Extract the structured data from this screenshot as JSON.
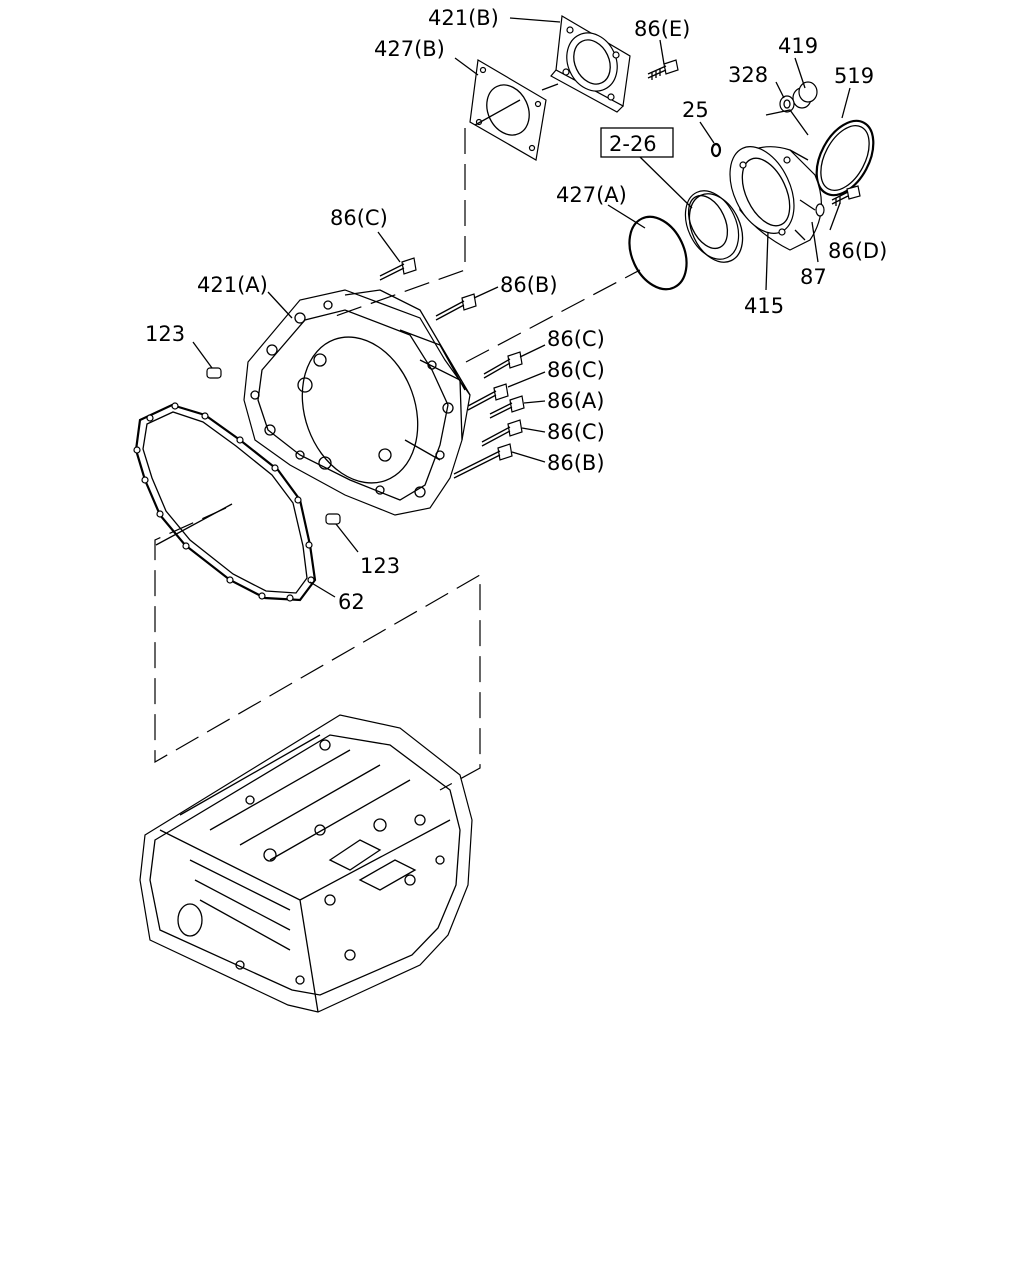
{
  "labels": {
    "l421b": "421(B)",
    "l427b": "427(B)",
    "l86e": "86(E)",
    "l419": "419",
    "l328": "328",
    "l519": "519",
    "l25": "25",
    "l226": "2-26",
    "l427a": "427(A)",
    "l86c_top": "86(C)",
    "l421a": "421(A)",
    "l86b_top": "86(B)",
    "l123_left": "123",
    "l86c_1": "86(C)",
    "l86c_2": "86(C)",
    "l86a": "86(A)",
    "l86c_3": "86(C)",
    "l86b_bot": "86(B)",
    "l123_bot": "123",
    "l62": "62",
    "l87": "87",
    "l86d": "86(D)",
    "l415": "415"
  }
}
